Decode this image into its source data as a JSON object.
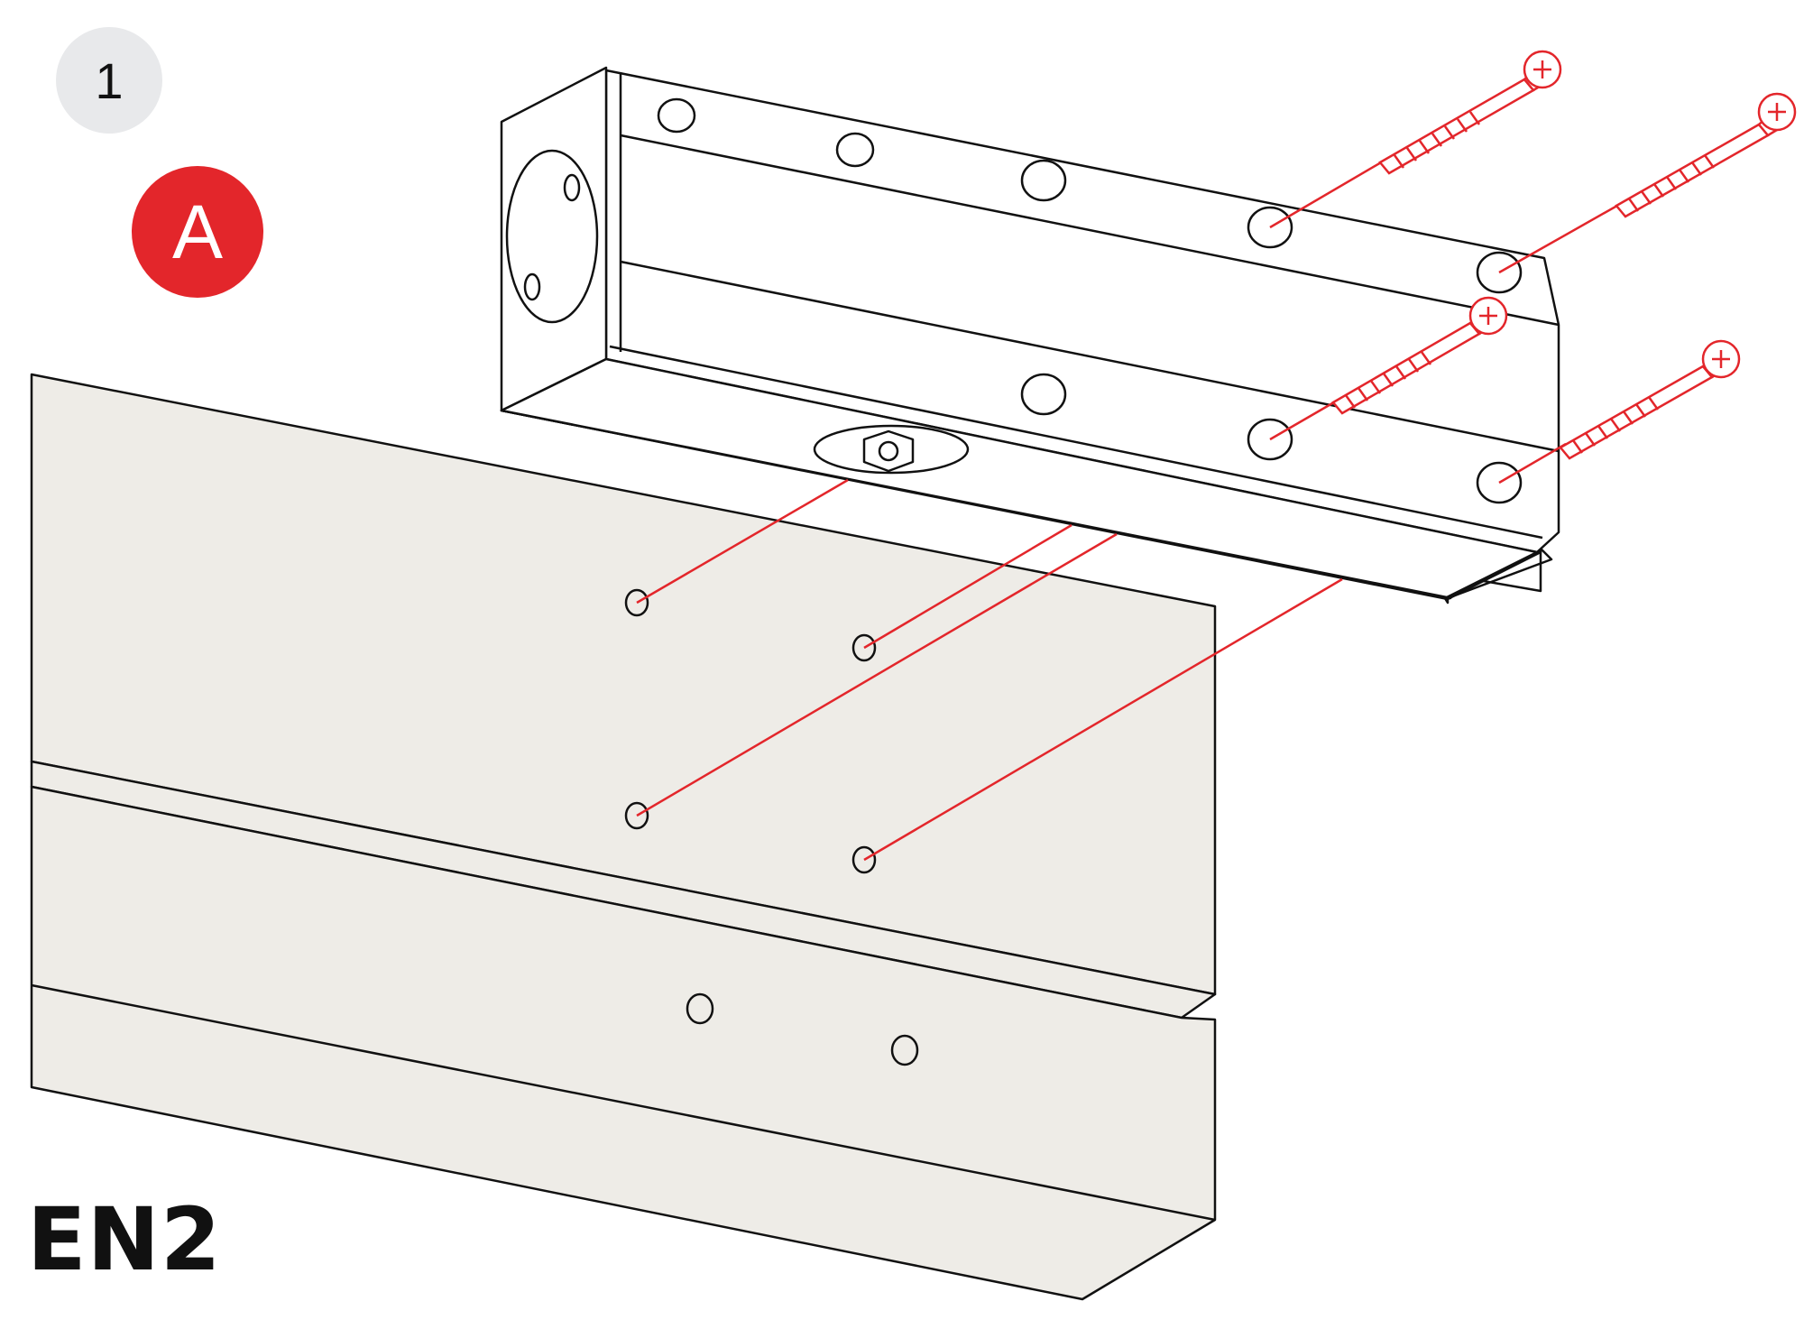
{
  "step_number": "1",
  "variant_label": "A",
  "standard_label": "EN2",
  "colors": {
    "step_badge_bg": "#e8e9eb",
    "variant_badge_bg": "#e3262b",
    "panel_fill": "#eeece7",
    "outline": "#111111",
    "guide_red": "#e3262b"
  },
  "icons": [
    "screw-icon",
    "mounting-hole-icon",
    "door-closer-body-icon",
    "door-leaf-icon"
  ]
}
